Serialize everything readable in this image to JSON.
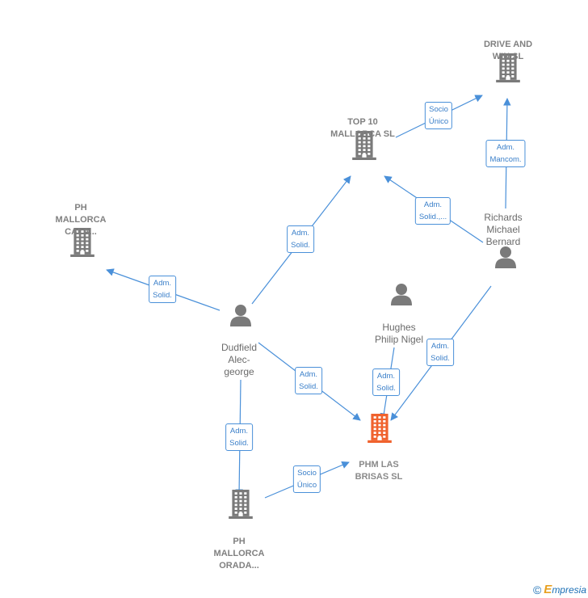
{
  "nodes": {
    "drive_and_win": {
      "label": "DRIVE AND\nWIN  SL",
      "kind": "company"
    },
    "top10": {
      "label": "TOP 10\nMALLORCA SL",
      "kind": "company"
    },
    "ph_cala": {
      "label": "PH\nMALLORCA\nCALA...",
      "kind": "company"
    },
    "richards": {
      "label": "Richards\nMichael\nBernard",
      "kind": "person"
    },
    "hughes": {
      "label": "Hughes\nPhilip Nigel",
      "kind": "person"
    },
    "dudfield": {
      "label": "Dudfield\nAlec-\ngeorge",
      "kind": "person"
    },
    "phm_brisas": {
      "label": "PHM LAS\nBRISAS  SL",
      "kind": "main"
    },
    "ph_orada": {
      "label": "PH\nMALLORCA\nORADA...",
      "kind": "company"
    }
  },
  "edges": {
    "top10_drive": "Socio\nÚnico",
    "richards_drive": "Adm.\nMancom.",
    "richards_top10": "Adm.\nSolid.,...",
    "dudfield_top10": "Adm.\nSolid.",
    "dudfield_cala": "Adm.\nSolid.",
    "dudfield_brisas": "Adm.\nSolid.",
    "hughes_brisas": "Adm.\nSolid.",
    "richards_brisas": "Adm.\nSolid.",
    "dudfield_orada": "Adm.\nSolid.",
    "orada_brisas": "Socio\nÚnico"
  },
  "colors": {
    "edge": "#4a90d9",
    "company_icon": "#7a7a7a",
    "main_icon": "#f0622d",
    "person_icon": "#7a7a7a"
  },
  "footer": {
    "copyright": "©",
    "brand_first": "E",
    "brand_rest": "mpresia"
  }
}
